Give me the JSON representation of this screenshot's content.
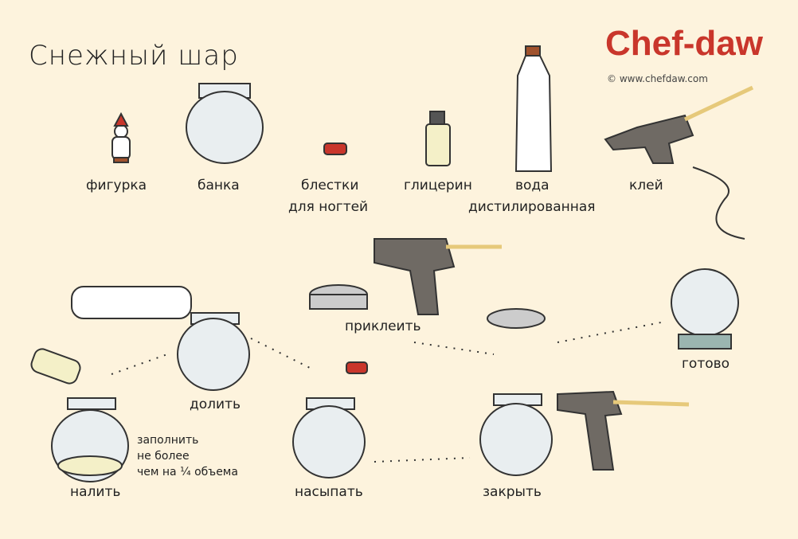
{
  "title": "Снежный шар",
  "logo": {
    "name": "Chef-daw",
    "copyright": "© www.chefdaw.com",
    "color": "#c9362b"
  },
  "ingredients": [
    {
      "label": "фигурка"
    },
    {
      "label": "банка"
    },
    {
      "label": "блестки",
      "label2": "для ногтей"
    },
    {
      "label": "глицерин"
    },
    {
      "label": "вода",
      "label2": "дистилированная"
    },
    {
      "label": "клей"
    }
  ],
  "steps": {
    "pour": "налить",
    "note": [
      "заполнить",
      "не более",
      "чем на ¼ объема"
    ],
    "top_up": "долить",
    "glue": "приклеить",
    "add_glitter": "насыпать",
    "close": "закрыть",
    "done": "готово"
  },
  "colors": {
    "background": "#fdf3dd",
    "glass": "#e9eef0",
    "glue_gun": "#6f6a64",
    "accent_orange": "#e0962e"
  }
}
